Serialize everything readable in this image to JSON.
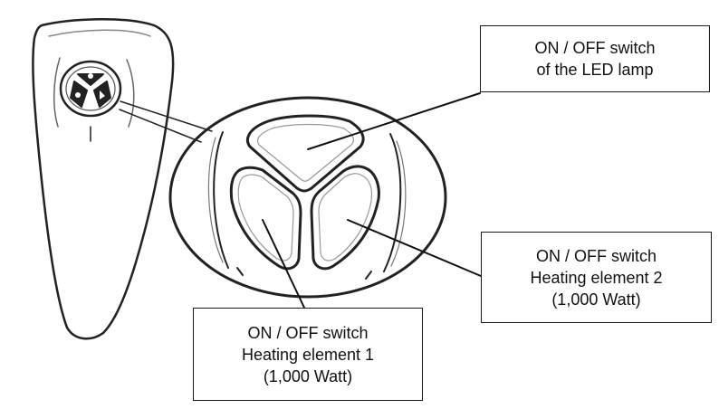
{
  "callouts": {
    "led": {
      "line1": "ON / OFF switch",
      "line2": "of the LED lamp"
    },
    "heating2": {
      "line1": "ON / OFF switch",
      "line2": "Heating element 2",
      "line3": "(1,000 Watt)"
    },
    "heating1": {
      "line1": "ON / OFF switch",
      "line2": "Heating element 1",
      "line3": "(1,000 Watt)"
    }
  },
  "icons": [
    "remote-control-icon",
    "button-cluster-icon",
    "led-lamp-button-icon",
    "heating-element-1-button-icon",
    "heating-element-2-button-icon"
  ]
}
